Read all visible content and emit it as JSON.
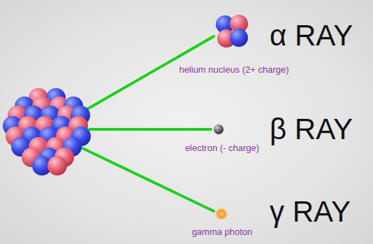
{
  "diagram": {
    "nodes": [
      {
        "text": [
          "helium nucleus (2+ charge)"
        ]
      },
      {
        "text": [
          "electron (- charge)"
        ]
      },
      {
        "text": [
          "gamma photon"
        ]
      }
    ],
    "labels": [
      "α RAY",
      "β RAY",
      "γ RAY"
    ]
  }
}
